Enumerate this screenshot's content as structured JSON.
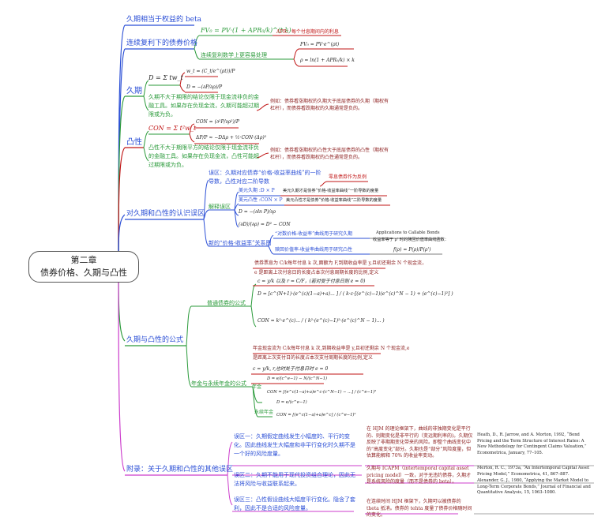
{
  "root": {
    "line1": "第二章",
    "line2": "债券价格、久期与凸性"
  },
  "branch1": {
    "label": "久期相当于权益的 beta"
  },
  "branch2": {
    "label": "连续复利下的债券价格",
    "formula_pv": "FV₀ = PV·(1 + APR₀/k)^(t·k)",
    "apr_note": "APR：每个付息期间内的利息",
    "sub": "连续复利数学上更容易处理",
    "f_a": "FV₀ = PV·e^(ρt)",
    "f_b": "ρ = ln(1 + APR₀/k) × k"
  },
  "branch3": {
    "label": "久期",
    "f_sum": "D = Σ tw_t",
    "f_w": "w_t = (C_t/e^(ρt))/P",
    "f_d": "D = −(∂P/∂ρ)/P",
    "desc": "久期不大于期限的结论仅限于现金流非负的金融工具。如果存在负现金流，久期可能超过期限或为负。",
    "example": "例如：债券看涨期权的久期大于底层债券的久期（期权有杠杆），而债券看跌期权的久期通常是负的。"
  },
  "branch4": {
    "label": "凸性",
    "f_sum": "CON = Σ t²w_t",
    "f_con": "CON = (∂²P/∂ρ²)/P",
    "f_approx": "ΔP/P ≈ −DΔρ + ½·CON·(Δρ)²",
    "desc": "凸性不大于期限平方的结论仅限于现金流非负的金融工具。如果存在负现金流，凸性可能超过期限或为负。",
    "example": "例如：债券看涨期权的凸性大于底层债券的凸性（期权有杠杆），而债券看跌期权的凸性通常是负的。"
  },
  "branch5": {
    "label": "对久期和凸性的认识误区",
    "m1": "误区：久期对应债券“价格-收益率曲线”的一阶导数，凸性对应二阶导数",
    "m1_note": "零息债券作为反例",
    "explain_label": "解释误区",
    "e1": "美元久期 :D × P",
    "e1_note": "美元久期才是债券“价格-收益率曲线”一阶导数的度量",
    "e2": "美元凸性 :CON × P",
    "e2_note": "美元凸性才是债券“价格-收益率曲线”二阶导数的度量",
    "e3": "D = −(∂ln P)/∂ρ",
    "e4": "(∂D)/(∂ρ) = D² − CON",
    "new_label": "新的“价格-收益率”关系图",
    "n1": "“对数价格-收益率”曲线用于研究久期",
    "n1_ref": "Applications to Callable Bonds",
    "n1_ref2": "收益率等于 ρ' 时的赎回价值率曲线函数：",
    "n2": "赎回价值率-收益率曲线用于研究凸性",
    "n2_f": "f(ρ) = P(ρ)/P(ρ')"
  },
  "branch6": {
    "label": "久期与凸性的公式",
    "general": "普通债券的公式",
    "g_desc1": "债券票息为 C/k每年付息 k 次,面额为 F,到期收益率是 y,且初还剩余 N 个现金流，",
    "g_desc2": "e 是距离上次付息日的长度占本次付息周期长度的比例,定义",
    "g_vars": "c = y/k 以及 r = C/F，(若对受于付息日则 e = 0)",
    "g_D": "D = [c^(N+1)·(e^(c)(1−a)+a)... ] / ( k·c·[(e^(c)−1)(e^(c)^N − 1) + (e^(c)−1)²] )",
    "g_CON": "CON = k²·e^(c)... / ( k²·(e^(c)−1)²·(e^(c)^N − 1)... )",
    "g_desc3": "年金现金流为 C/k每年付息 k 次,到期收益率是 y,且初还剩余 N 个现金流,e",
    "g_desc4": "是距离上次支付日的长度占本次支付周期长度的比例,定义",
    "annuity": "年金与永续年金的公式",
    "a_vars": "c = y/k, r,也时处于付息日时 e = 0",
    "annuity_label": "年金",
    "a_D": "D = e/(c^e−1) − N/(c^N−1)",
    "a_CON": "CON = [(e^c(1−a)+a)e^c·(c^N−1) − ...] / (c^e−1)²",
    "perpetuity_label": "永续年金",
    "p_D": "D = e/(c^e−1)",
    "p_CON": "CON = [(e^c(1−a)+a)e^c] / (c^e−1)²"
  },
  "branch7": {
    "label": "附录：关于久期和凸性的其他误区",
    "m1": "误区一：久期假定曲线发生小幅度的、平行的变化。因此曲线发生大幅度和非平行变化时久期不是一个好的风险度量。",
    "m1_note": "在 HJM 的理论框架下，曲线的非独期变化是平行的、则期变化是非平行的（变远期利率的)。久期仅反映了非期期变化带来的风险。即整个曲线变化中的“高度变化”部分。久期也是“部分”风险度量，但估算能解释 70% 的收益率变动。",
    "m1_ref": "Heath, D., R. Jarrow, and A. Morton, 1992, “Bond Pricing and the Term Structure of Interest Rates: A New Methodology for Contingent Claims Valuation,” Econometrica, January, 77–105.",
    "m2": "误区二：久期不能用于现代投资组合理论，因此无法将风险与收益联系起来。",
    "m2_note": "久期与 ICAPM（intertemporal capital asset pricing model）一致，对于无违约债券，久期才是系统风险的度量（而不是债券的 beta）。",
    "m2_ref1": "Merton, R. C., 1973a, “An Intertemporal Capital Asset Pricing Model,” Econometrica, 41, 867–887.",
    "m2_ref2": "Alexander, G. J., 1980, “Applying the Market Model to Long-Term Corporate Bonds,” Journal of Financial and Quantitative Analysis, 15, 1063–1080.",
    "m3": "误区三：凸性假设曲线大幅度平行变化。隐含了套利，因此不是合适的风险度量。",
    "m3_note": "在连续时间 HJM 框架下，久期可以被债券的 theta 抵消。债券的 tehta 度量了债券价格随时间的变化。"
  }
}
